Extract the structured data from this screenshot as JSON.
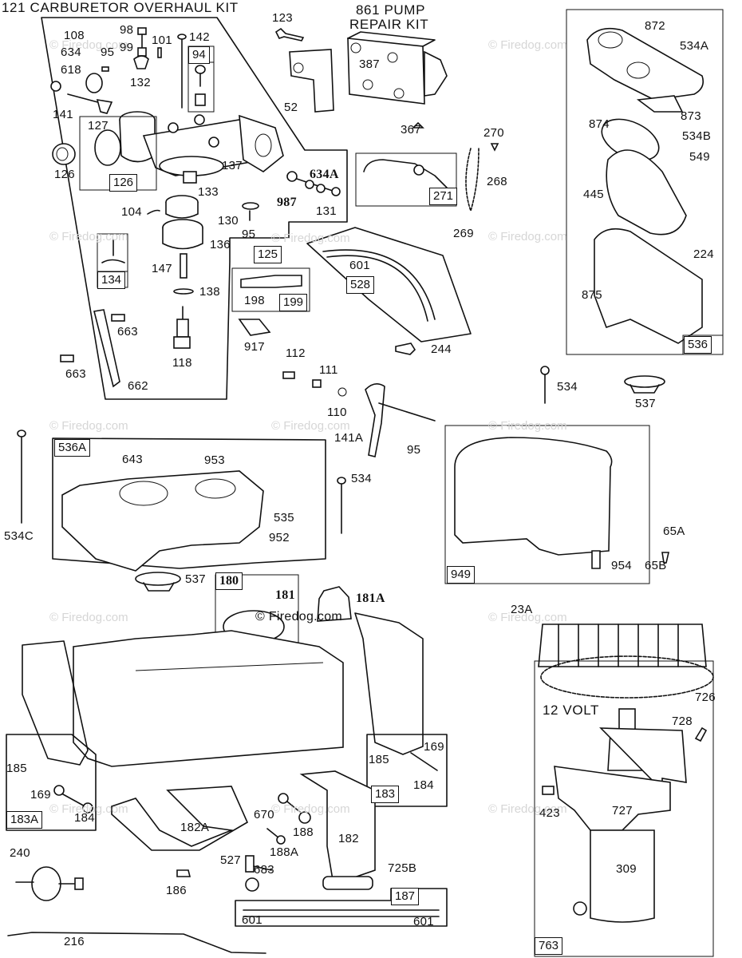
{
  "diagram": {
    "headings": {
      "carburetor_kit": "121 CARBURETOR OVERHAUL KIT",
      "pump_kit_line1": "861 PUMP",
      "pump_kit_line2": "REPAIR KIT",
      "starter_voltage": "12 VOLT"
    },
    "watermark": "© Firedog.com",
    "callouts": {
      "p108": "108",
      "p634": "634",
      "p95a": "95",
      "p618": "618",
      "p141": "141",
      "p98": "98",
      "p99": "99",
      "p101": "101",
      "p142": "142",
      "p132": "132",
      "p127": "127",
      "p126": "126",
      "p137": "137",
      "p133": "133",
      "p104": "104",
      "p136": "136",
      "p130": "130",
      "p95b": "95",
      "p634a": "634A",
      "p987": "987",
      "p131": "131",
      "p147": "147",
      "p138": "138",
      "p118": "118",
      "p663a": "663",
      "p663b": "663",
      "p662": "662",
      "p123": "123",
      "p52": "52",
      "p387": "387",
      "p367": "367",
      "p270": "270",
      "p268": "268",
      "p269": "269",
      "p601a": "601",
      "p198": "198",
      "p917": "917",
      "p244": "244",
      "p112": "112",
      "p111": "111",
      "p110": "110",
      "p141a": "141A",
      "p95c": "95",
      "p872": "872",
      "p534a": "534A",
      "p873": "873",
      "p874": "874",
      "p534b": "534B",
      "p549": "549",
      "p445": "445",
      "p224": "224",
      "p875": "875",
      "p534": "534",
      "p537a": "537",
      "p534c": "534C",
      "p643": "643",
      "p953": "953",
      "p535": "535",
      "p952": "952",
      "p534d": "534",
      "p537b": "537",
      "p181": "181",
      "p181a": "181A",
      "p65a": "65A",
      "p954": "954",
      "p65b": "65B",
      "p23a": "23A",
      "p726": "726",
      "p728": "728",
      "p423": "423",
      "p727": "727",
      "p309": "309",
      "p185a": "185",
      "p169a": "169",
      "p184a": "184",
      "p185b": "185",
      "p169b": "169",
      "p184b": "184",
      "p670": "670",
      "p188": "188",
      "p188a": "188A",
      "p182a": "182A",
      "p182": "182",
      "p240": "240",
      "p186": "186",
      "p527": "527",
      "p683": "683",
      "p725b": "725B",
      "p601b": "601",
      "p601c": "601",
      "p216": "216"
    },
    "kit_boxes": {
      "b94": "94",
      "b126": "126",
      "b134": "134",
      "b125": "125",
      "b271": "271",
      "b528": "528",
      "b199": "199",
      "b536": "536",
      "b536a": "536A",
      "b949": "949",
      "b180": "180",
      "b183": "183",
      "b183a": "183A",
      "b187": "187",
      "b763": "763"
    }
  }
}
